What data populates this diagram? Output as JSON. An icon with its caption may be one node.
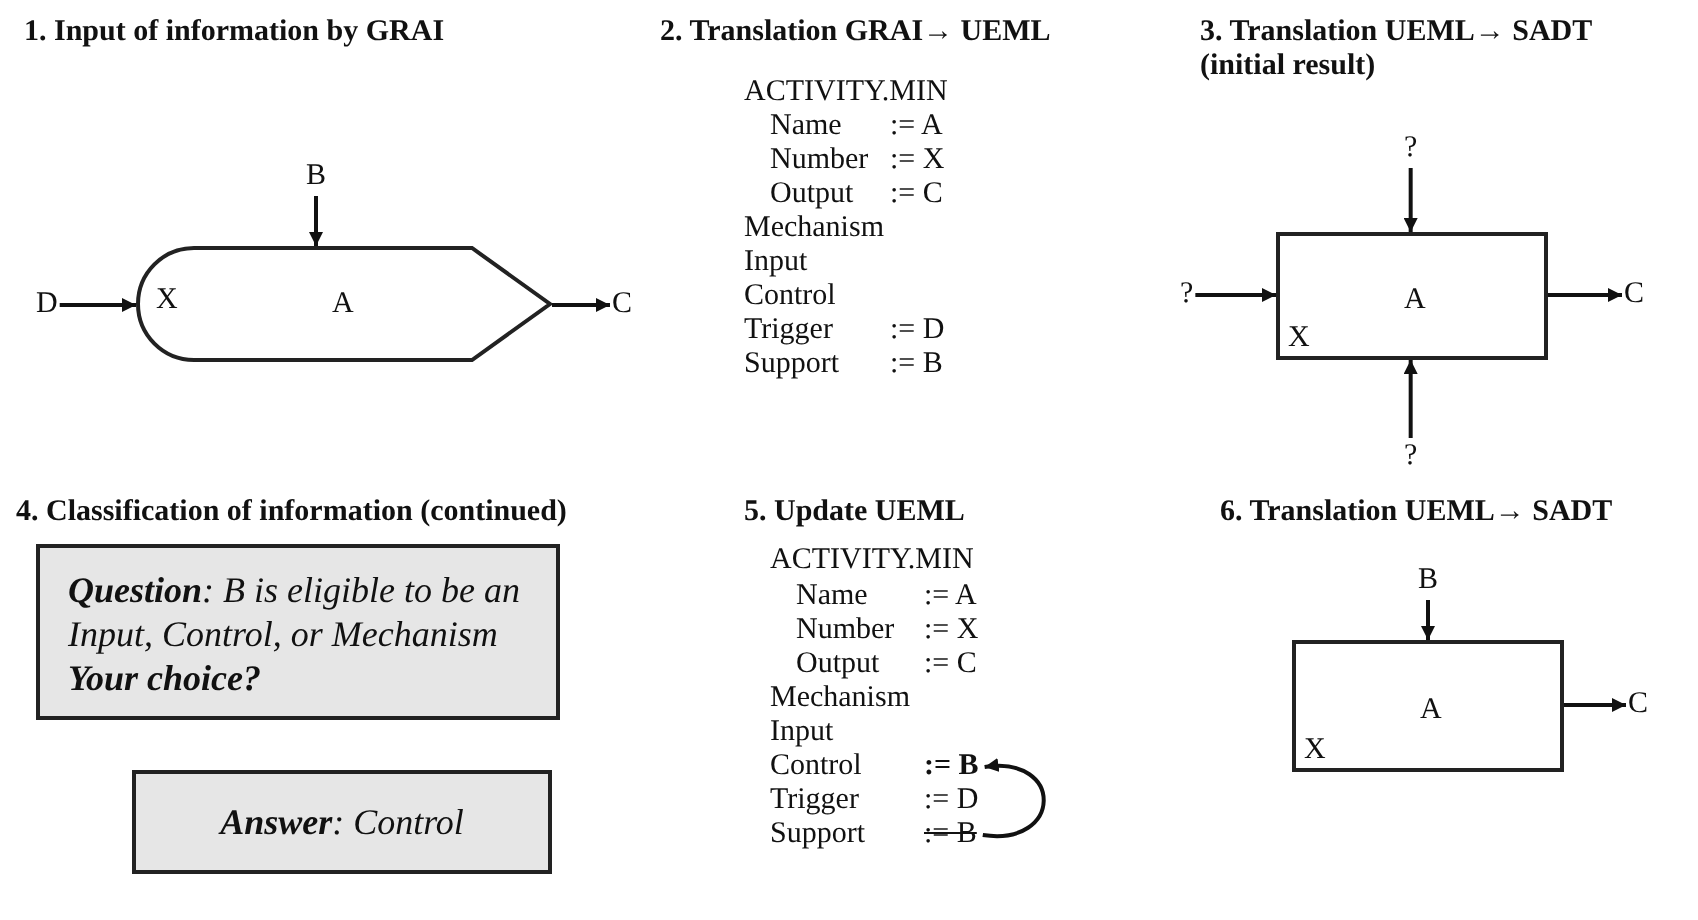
{
  "diagram": {
    "nodes": [
      {
        "text": [
          "X",
          "A"
        ]
      },
      {
        "text": [
          "B"
        ]
      },
      {
        "text": [
          "D"
        ]
      },
      {
        "text": [
          "C"
        ]
      },
      {
        "text": [
          "A",
          "X"
        ]
      },
      {
        "text": [
          "?"
        ]
      },
      {
        "text": [
          "?"
        ]
      },
      {
        "text": [
          "?"
        ]
      },
      {
        "text": [
          "C"
        ]
      },
      {
        "text": [
          "**Question**: B is eligible to be an Input, Control, or Mechanism **Your choice?**"
        ]
      },
      {
        "text": [
          "**Answer**: Control"
        ]
      },
      {
        "text": [
          ":= B"
        ]
      },
      {
        "text": [
          ":= B"
        ]
      },
      {
        "text": [
          "B"
        ]
      },
      {
        "text": [
          "A",
          "X"
        ]
      },
      {
        "text": [
          "C"
        ]
      }
    ],
    "edges": [
      {
        "from": 1,
        "to": 0,
        "arrow": "to"
      },
      {
        "from": 2,
        "to": 0,
        "arrow": "to"
      },
      {
        "from": 0,
        "to": 3,
        "arrow": "to"
      },
      {
        "from": 5,
        "to": 4,
        "arrow": "to"
      },
      {
        "from": 6,
        "to": 4,
        "arrow": "to"
      },
      {
        "from": 7,
        "to": 4,
        "arrow": "to"
      },
      {
        "from": 4,
        "to": 8,
        "arrow": "to"
      },
      {
        "from": 12,
        "to": 11,
        "arrow": "to"
      },
      {
        "from": 13,
        "to": 14,
        "arrow": "to"
      },
      {
        "from": 14,
        "to": 15,
        "arrow": "to"
      }
    ],
    "labels": [
      "1. Input of information by GRAI",
      "2. Translation GRAI→ UEML",
      "ACTIVITY.MIN",
      "Name",
      ":= A",
      "Number",
      ":= X",
      "Output",
      ":= C",
      "Mechanism",
      "Input",
      "Control",
      "Trigger",
      ":= D",
      "Support",
      ":= B",
      "3. Translation UEML→ SADT (initial result)",
      "4. Classification of information (continued)",
      "5. Update UEML",
      "ACTIVITY.MIN",
      "Name",
      ":= A",
      "Number",
      ":= X",
      "Output",
      ":= C",
      "Mechanism",
      "Input",
      "Control",
      "Trigger",
      ":= D",
      "Support",
      "6. Translation UEML→ SADT"
    ]
  }
}
